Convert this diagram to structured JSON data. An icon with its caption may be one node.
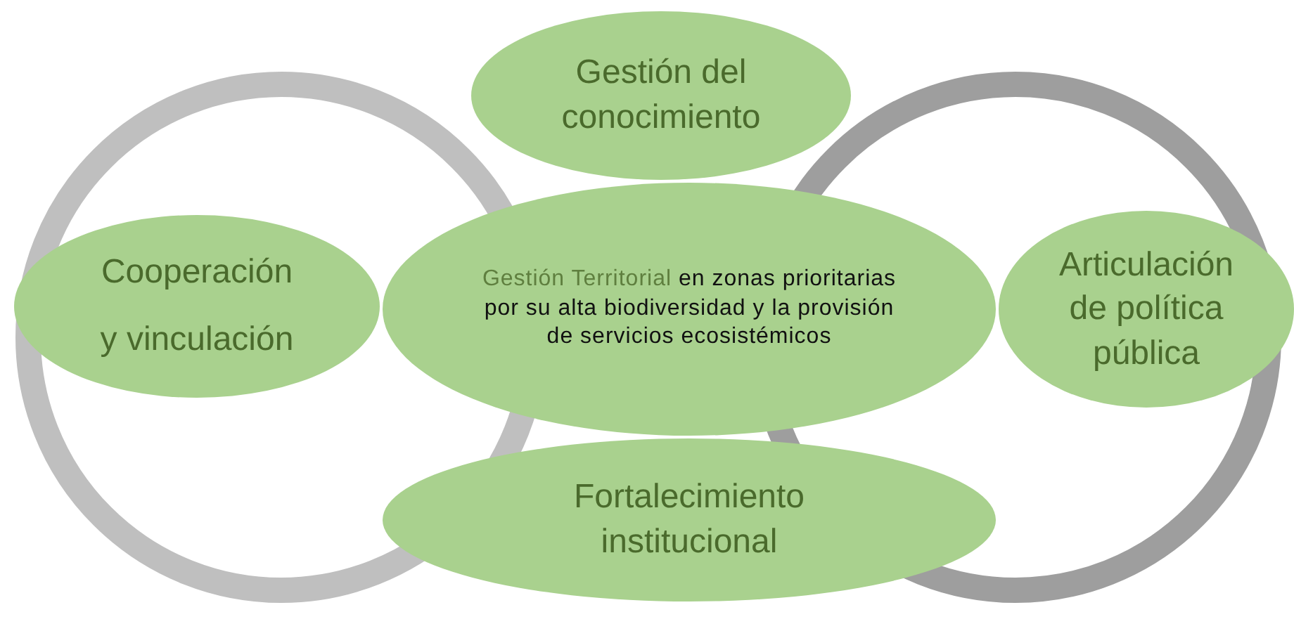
{
  "diagram": {
    "nodes": [
      {
        "text": [
          "Gestión del conocimiento"
        ]
      },
      {
        "text": [
          "Cooperación y vinculación"
        ]
      },
      {
        "text": [
          "Gestión Territorial",
          "en zonas prioritarias por su alta biodiversidad y la provisión de servicios ecosistémicos"
        ]
      },
      {
        "text": [
          "Articulación de política pública"
        ]
      },
      {
        "text": [
          "Fortalecimiento institucional"
        ]
      }
    ]
  }
}
